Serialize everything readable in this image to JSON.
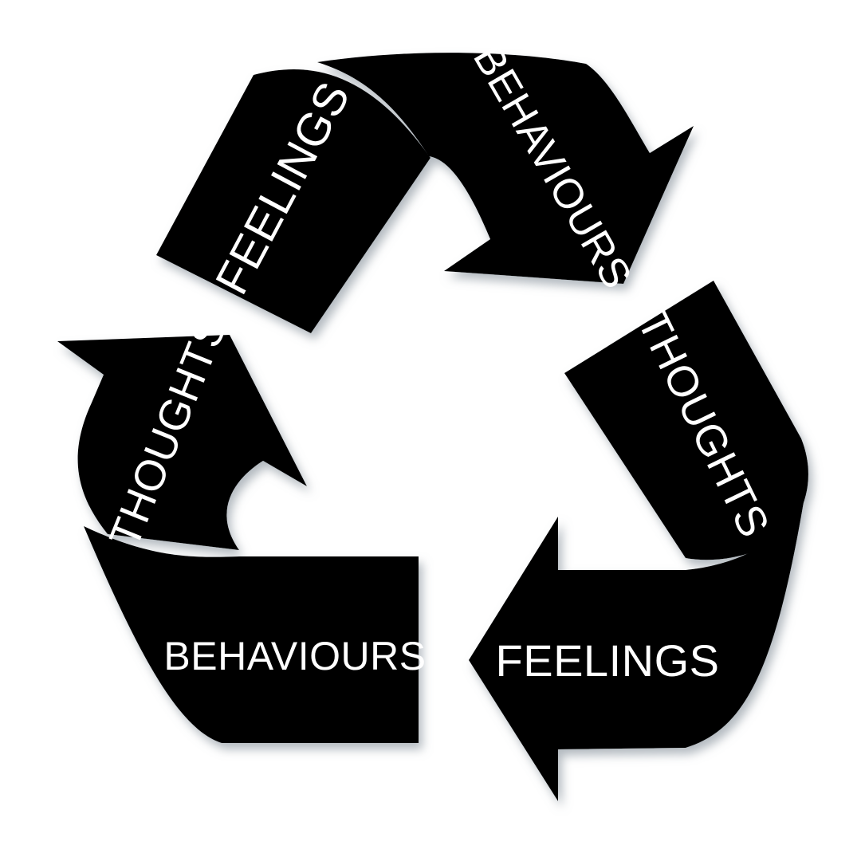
{
  "colors": {
    "arrow_fill": "#14213d",
    "shadow": "#9aa3ab",
    "background": "#ffffff",
    "text": "#ffffff"
  },
  "arrows": [
    {
      "id": "top",
      "segments": [
        "FEELINGS",
        "BEHAVIOURS"
      ]
    },
    {
      "id": "right",
      "segments": [
        "THOUGHTS",
        "FEELINGS"
      ]
    },
    {
      "id": "left",
      "segments": [
        "BEHAVIOURS",
        "THOUGHTS"
      ]
    }
  ]
}
